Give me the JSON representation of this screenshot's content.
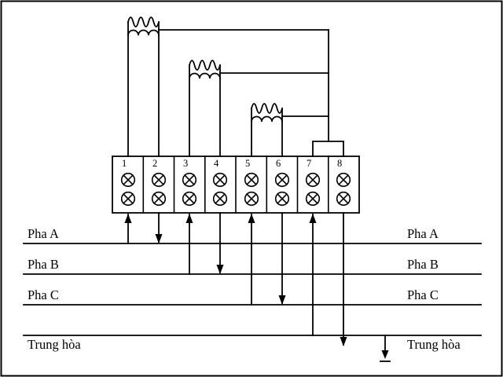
{
  "diagram": {
    "terminal_numbers": [
      "1",
      "2",
      "3",
      "4",
      "5",
      "6",
      "7",
      "8"
    ],
    "left_labels": [
      "Pha A",
      "Pha B",
      "Pha C",
      "Trung hòa"
    ],
    "right_labels": [
      "Pha A",
      "Pha B",
      "Pha C",
      "Trung hòa"
    ],
    "colors": {
      "line": "#000000",
      "background": "#ffffff"
    }
  }
}
